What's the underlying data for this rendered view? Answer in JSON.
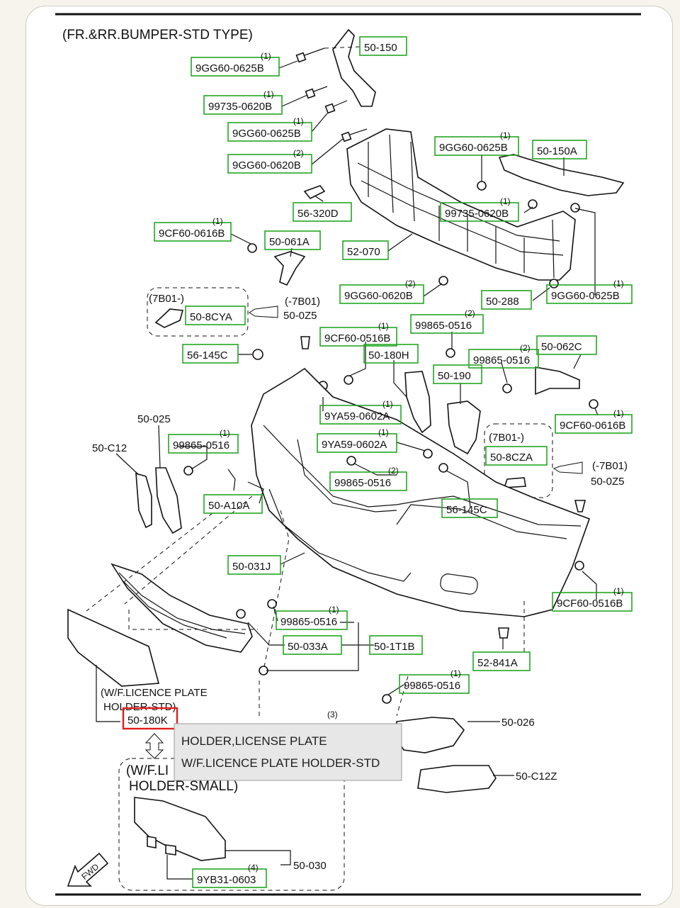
{
  "diagram": {
    "title": "(FR.&RR.BUMPER-STD TYPE)",
    "parts": [
      {
        "code": "50-150",
        "qty": ""
      },
      {
        "code": "9GG60-0625B",
        "qty": "(1)"
      },
      {
        "code": "99735-0620B",
        "qty": "(1)"
      },
      {
        "code": "9GG60-0625B",
        "qty": "(1)"
      },
      {
        "code": "9GG60-0620B",
        "qty": "(2)"
      },
      {
        "code": "9GG60-0625B",
        "qty": "(1)"
      },
      {
        "code": "50-150A",
        "qty": ""
      },
      {
        "code": "56-320D",
        "qty": ""
      },
      {
        "code": "99735-0620B",
        "qty": "(1)"
      },
      {
        "code": "9CF60-0616B",
        "qty": "(1)"
      },
      {
        "code": "50-061A",
        "qty": ""
      },
      {
        "code": "52-070",
        "qty": ""
      },
      {
        "code": "9GG60-0620B",
        "qty": "(2)"
      },
      {
        "code": "50-288",
        "qty": ""
      },
      {
        "code": "9GG60-0625B",
        "qty": "(1)"
      },
      {
        "code": "50-8CYA",
        "qty": ""
      },
      {
        "code": "99865-0516",
        "qty": "(2)"
      },
      {
        "code": "9CF60-0516B",
        "qty": "(1)"
      },
      {
        "code": "56-145C",
        "qty": ""
      },
      {
        "code": "50-180H",
        "qty": ""
      },
      {
        "code": "99865-0516",
        "qty": "(2)"
      },
      {
        "code": "50-062C",
        "qty": ""
      },
      {
        "code": "50-190",
        "qty": ""
      },
      {
        "code": "9YA59-0602A",
        "qty": "(1)"
      },
      {
        "code": "9CF60-0616B",
        "qty": "(1)"
      },
      {
        "code": "99865-0516",
        "qty": "(1)"
      },
      {
        "code": "9YA59-0602A",
        "qty": "(1)"
      },
      {
        "code": "50-8CZA",
        "qty": ""
      },
      {
        "code": "99865-0516",
        "qty": "(2)"
      },
      {
        "code": "50-A10A",
        "qty": ""
      },
      {
        "code": "56-145C",
        "qty": ""
      },
      {
        "code": "50-031J",
        "qty": ""
      },
      {
        "code": "9CF60-0516B",
        "qty": "(1)"
      },
      {
        "code": "99865-0516",
        "qty": "(1)"
      },
      {
        "code": "50-033A",
        "qty": ""
      },
      {
        "code": "50-1T1B",
        "qty": ""
      },
      {
        "code": "52-841A",
        "qty": ""
      },
      {
        "code": "99865-0516",
        "qty": "(1)"
      },
      {
        "code": "9YB31-0603",
        "qty": "(4)"
      }
    ],
    "plain_labels": {
      "b7b01_top": "(7B01-)",
      "m7b01_top": "(-7B01)",
      "oz5_top": "50-0Z5",
      "c025": "50-025",
      "c12": "50-C12",
      "b7b01_right": "(7B01-)",
      "m7b01_right": "(-7B01)",
      "oz5_right": "50-0Z5",
      "wf_line1": "(W/F.LICENCE PLATE",
      "wf_line2": "HOLDER-STD)",
      "c026": "50-026",
      "c12z": "50-C12Z",
      "small_line1": "(W/F.LI",
      "small_line2": "HOLDER-SMALL)",
      "c030": "50-030",
      "hidden_qty": "(3)",
      "fwd": "FWD"
    },
    "selected_part": "50-180K"
  },
  "tooltip": {
    "line1": "HOLDER,LICENSE PLATE",
    "line2": "W/F.LICENCE PLATE HOLDER-STD"
  },
  "colors": {
    "part_box": "#23a623",
    "selected_box": "#e01c1c",
    "tooltip_bg": "#e7e7e7"
  }
}
